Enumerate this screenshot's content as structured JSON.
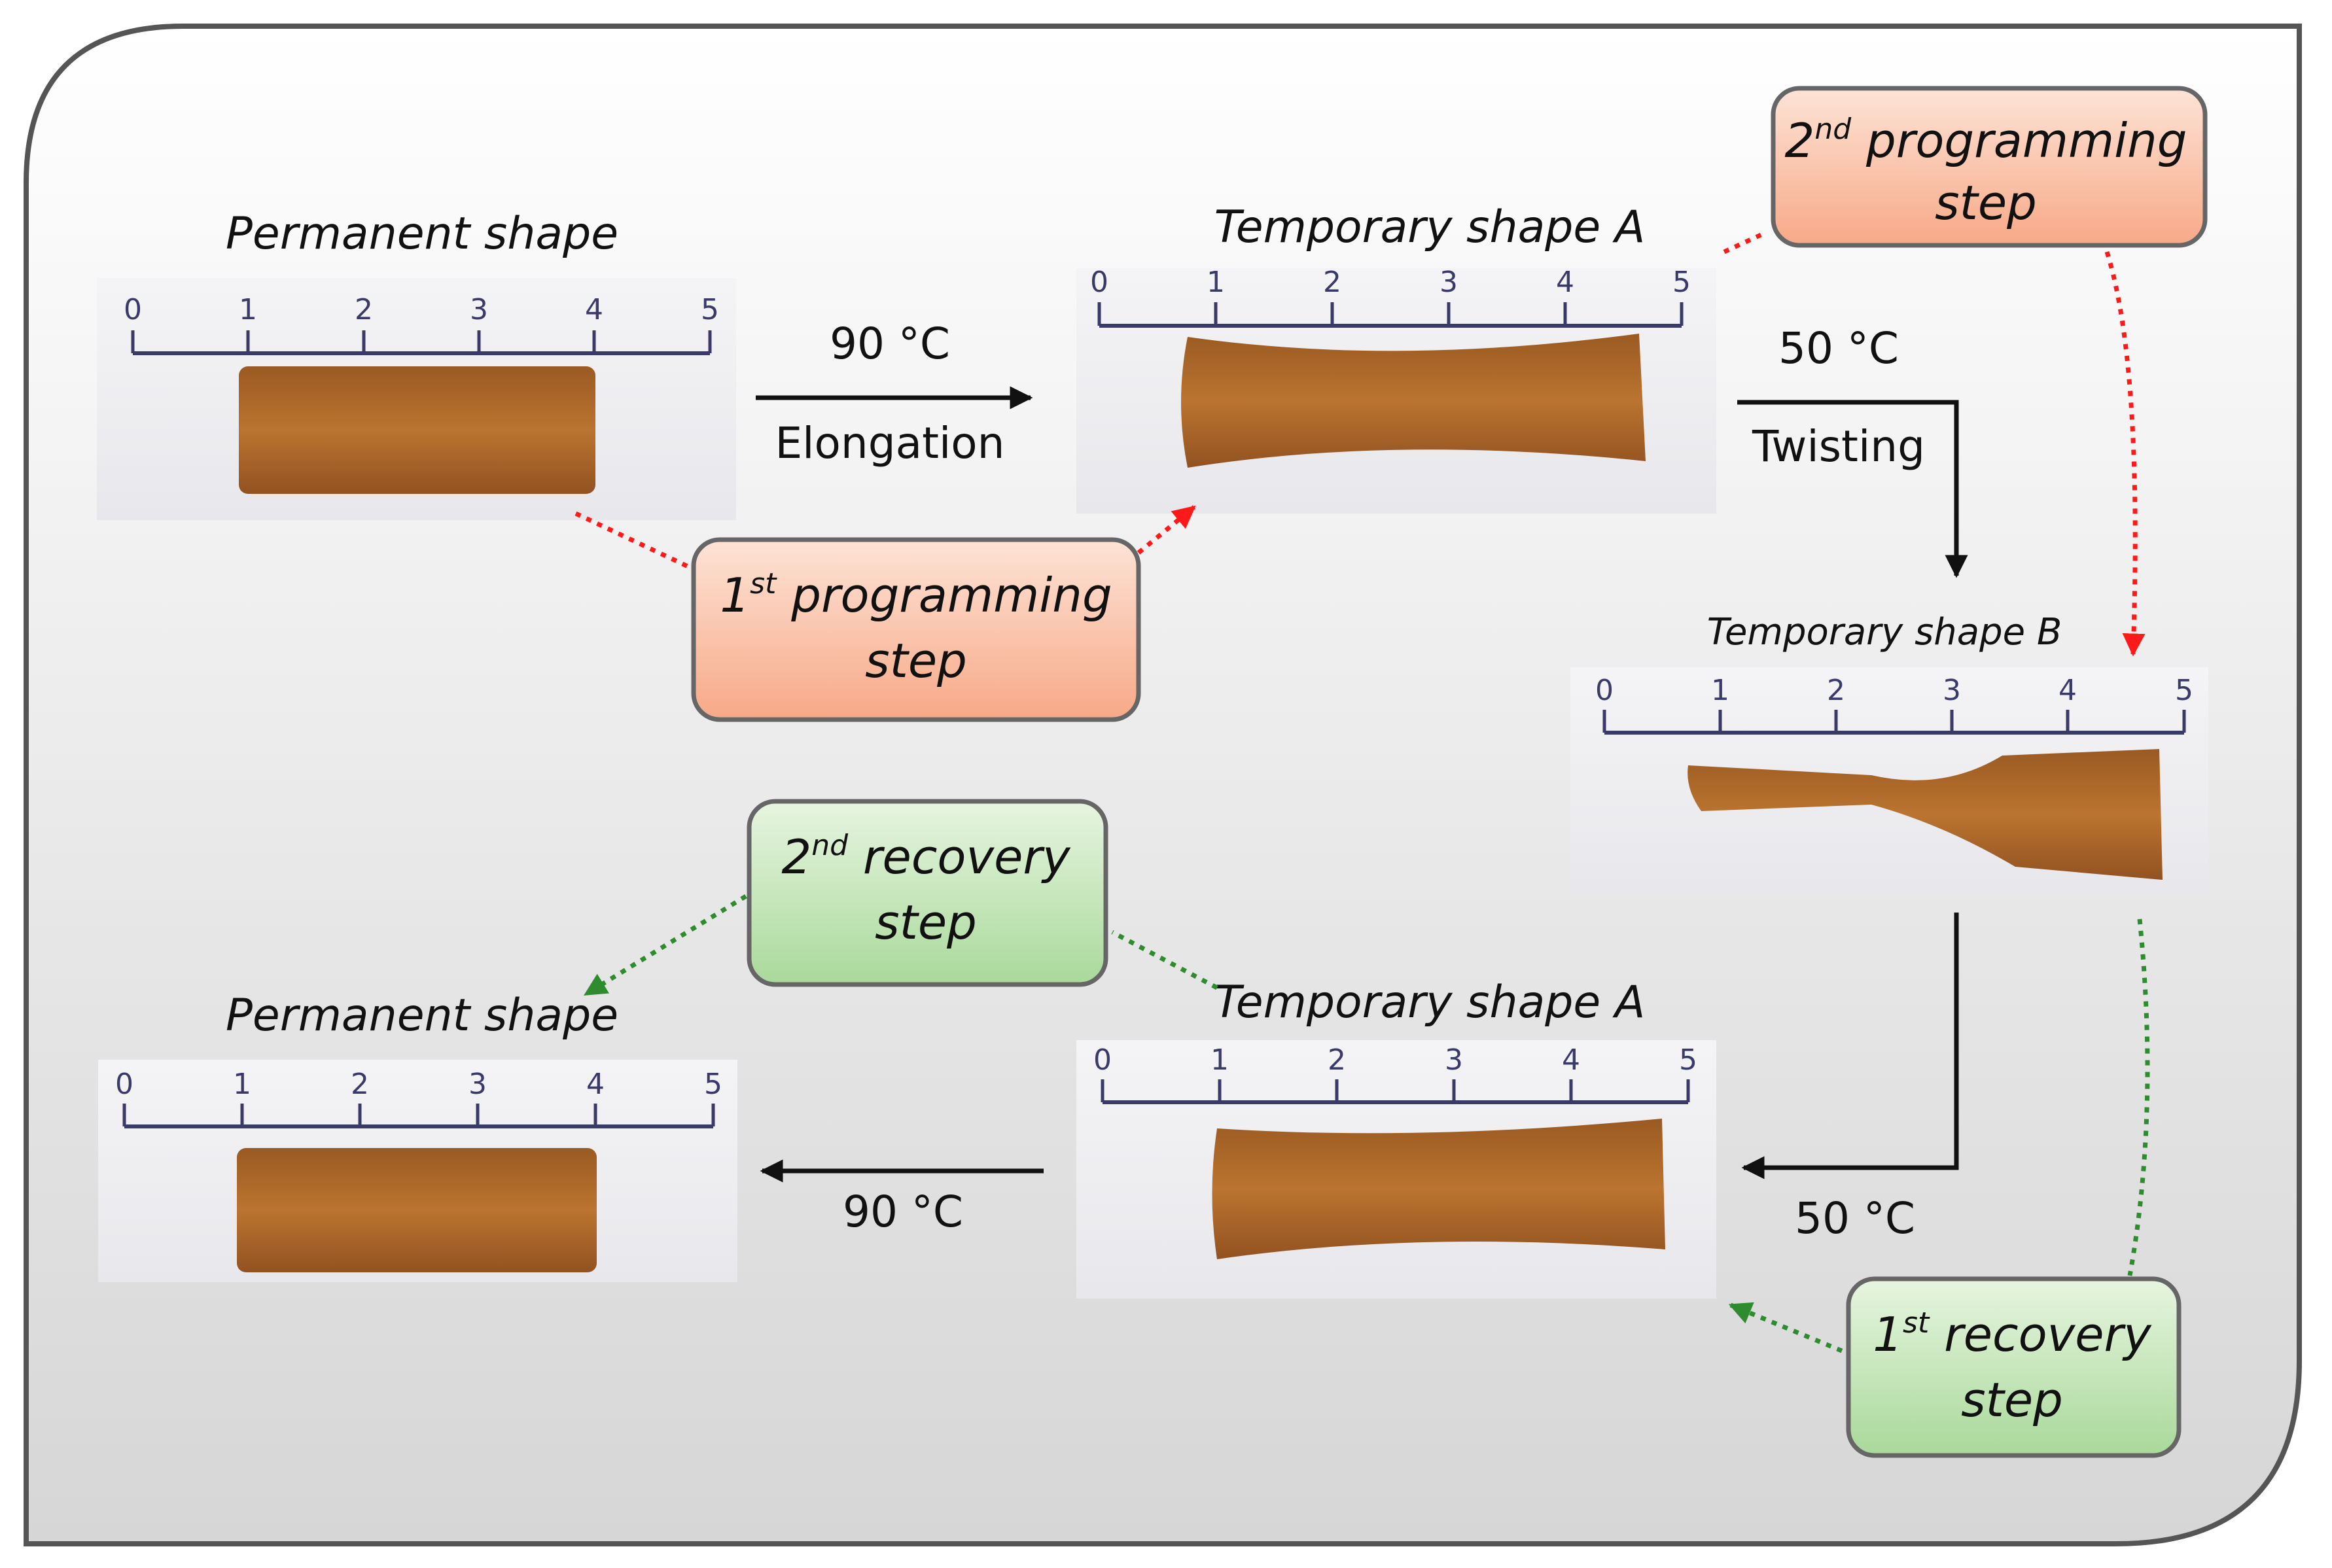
{
  "shapes": {
    "permanent_top": "Permanent shape",
    "temp_a_top": "Temporary shape A",
    "temp_b": "Temporary shape B",
    "temp_a_bottom": "Temporary shape A",
    "permanent_bottom": "Permanent shape"
  },
  "transitions": {
    "elongation_temp": "90 °C",
    "elongation_label": "Elongation",
    "twisting_temp": "50 °C",
    "twisting_label": "Twisting",
    "recovery1_temp": "50 °C",
    "recovery2_temp": "90 °C"
  },
  "steps": {
    "prog1_num": "1",
    "prog1_sup": "st",
    "prog1_line1": " programming",
    "prog1_line2": "step",
    "prog2_num": "2",
    "prog2_sup": "nd",
    "prog2_line1": " programming",
    "prog2_line2": "step",
    "rec1_num": "1",
    "rec1_sup": "st",
    "rec1_line1": " recovery",
    "rec1_line2": "step",
    "rec2_num": "2",
    "rec2_sup": "nd",
    "rec2_line1": " recovery",
    "rec2_line2": "step"
  },
  "ruler_ticks": [
    "0",
    "1",
    "2",
    "3",
    "4",
    "5"
  ],
  "colors": {
    "programming_fill_top": "#fde3d6",
    "programming_fill_bottom": "#f7a987",
    "recovery_fill_top": "#e7f5e0",
    "recovery_fill_bottom": "#a9d99a",
    "programming_arrow": "#ff1a1a",
    "recovery_arrow": "#2e8b2e",
    "sample_color": "#b0692a"
  }
}
